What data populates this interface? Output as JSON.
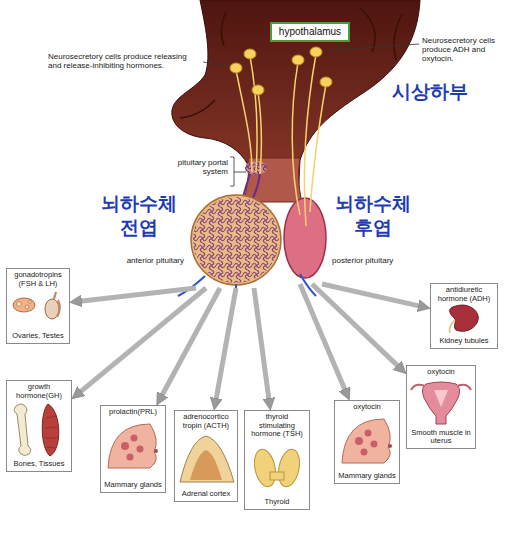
{
  "diagram": {
    "nodes": [
      {
        "text": [
          "hypothalamus"
        ]
      },
      {
        "text": [
          "anterior pituitary"
        ]
      },
      {
        "text": [
          "posterior pituitary"
        ]
      },
      {
        "text": [
          "gonadotropins (FSH & LH)",
          "Ovaries, Testes"
        ]
      },
      {
        "text": [
          "antidiuretic hormone (ADH)",
          "Kidney tubules"
        ]
      },
      {
        "text": [
          "oxytocin",
          "Smooth muscle in uterus"
        ]
      },
      {
        "text": [
          "growth hormone(GH)",
          "Bones, Tissues"
        ]
      },
      {
        "text": [
          "oxytocin",
          "Mammary glands"
        ]
      },
      {
        "text": [
          "prolactin(PRL)",
          "Mammary glands"
        ]
      },
      {
        "text": [
          "adrenocortico tropin (ACTH)",
          "Adrenal cortex"
        ]
      },
      {
        "text": [
          "thyroid stimulating hormone (TSH)",
          "Thyroid"
        ]
      }
    ],
    "edges": [
      {
        "from": 1,
        "to": 3,
        "arrow": "to"
      },
      {
        "from": 1,
        "to": 6,
        "arrow": "to"
      },
      {
        "from": 1,
        "to": 8,
        "arrow": "to"
      },
      {
        "from": 1,
        "to": 9,
        "arrow": "to"
      },
      {
        "from": 1,
        "to": 10,
        "arrow": "to"
      },
      {
        "from": 2,
        "to": 7,
        "arrow": "to"
      },
      {
        "from": 2,
        "to": 5,
        "arrow": "to"
      },
      {
        "from": 2,
        "to": 4,
        "arrow": "to"
      }
    ],
    "labels": [
      "Neurosecretory cells produce releasing and release-inhibiting hormones.",
      "Neurosecretory cells produce ADH and oxytocin.",
      "시상하부",
      "pituitary portal system",
      "뇌하수체 전엽",
      "뇌하수체 후엽"
    ]
  }
}
